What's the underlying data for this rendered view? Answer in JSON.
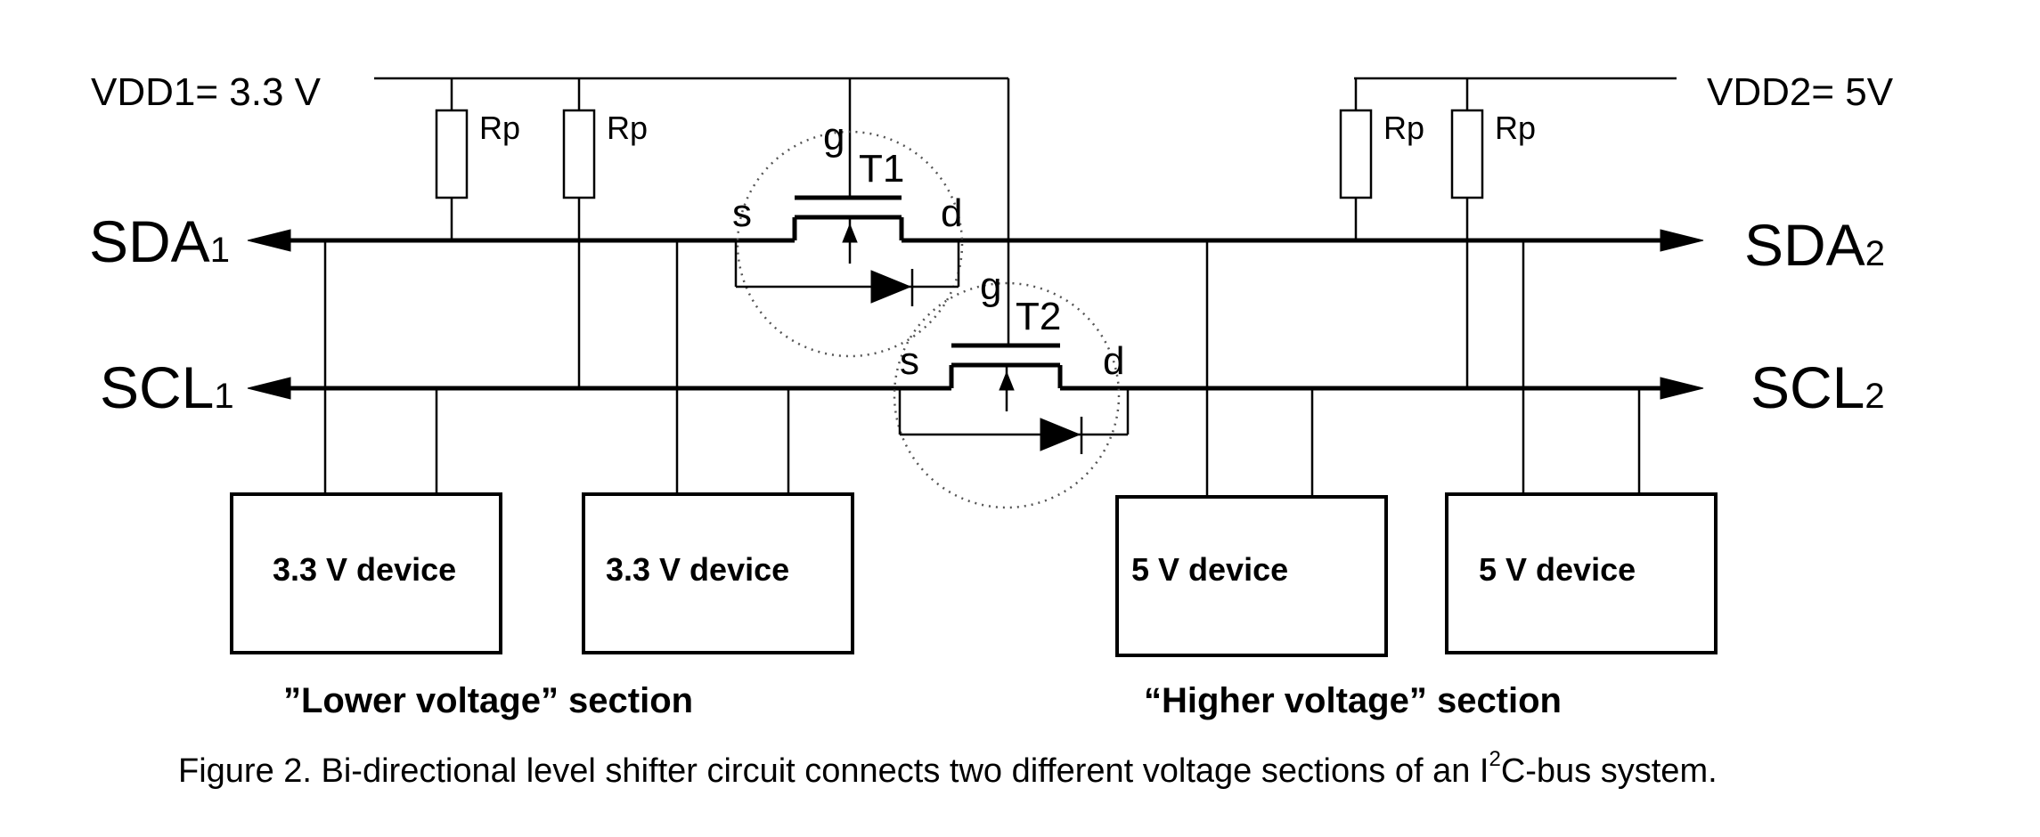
{
  "supplies": {
    "vdd1": "VDD1= 3.3 V",
    "vdd2": "VDD2= 5V"
  },
  "buses": {
    "sda1_main": "SDA",
    "sda1_sub": "1",
    "scl1_main": "SCL",
    "scl1_sub": "1",
    "sda2_main": "SDA",
    "sda2_sub": "2",
    "scl2_main": "SCL",
    "scl2_sub": "2"
  },
  "resistor_label": "Rp",
  "transistors": {
    "t1": {
      "name": "T1",
      "gate": "g",
      "source": "s",
      "drain": "d"
    },
    "t2": {
      "name": "T2",
      "gate": "g",
      "source": "s",
      "drain": "d"
    }
  },
  "devices": [
    "3.3 V device",
    "3.3 V device",
    "5 V device",
    "5 V device"
  ],
  "sections": {
    "lower": "”Lower voltage” section",
    "higher": "“Higher voltage” section"
  },
  "caption": {
    "before": "Figure 2. Bi-directional level shifter circuit connects two different voltage sections of an I",
    "superscript": "2",
    "after": "C-bus system."
  }
}
